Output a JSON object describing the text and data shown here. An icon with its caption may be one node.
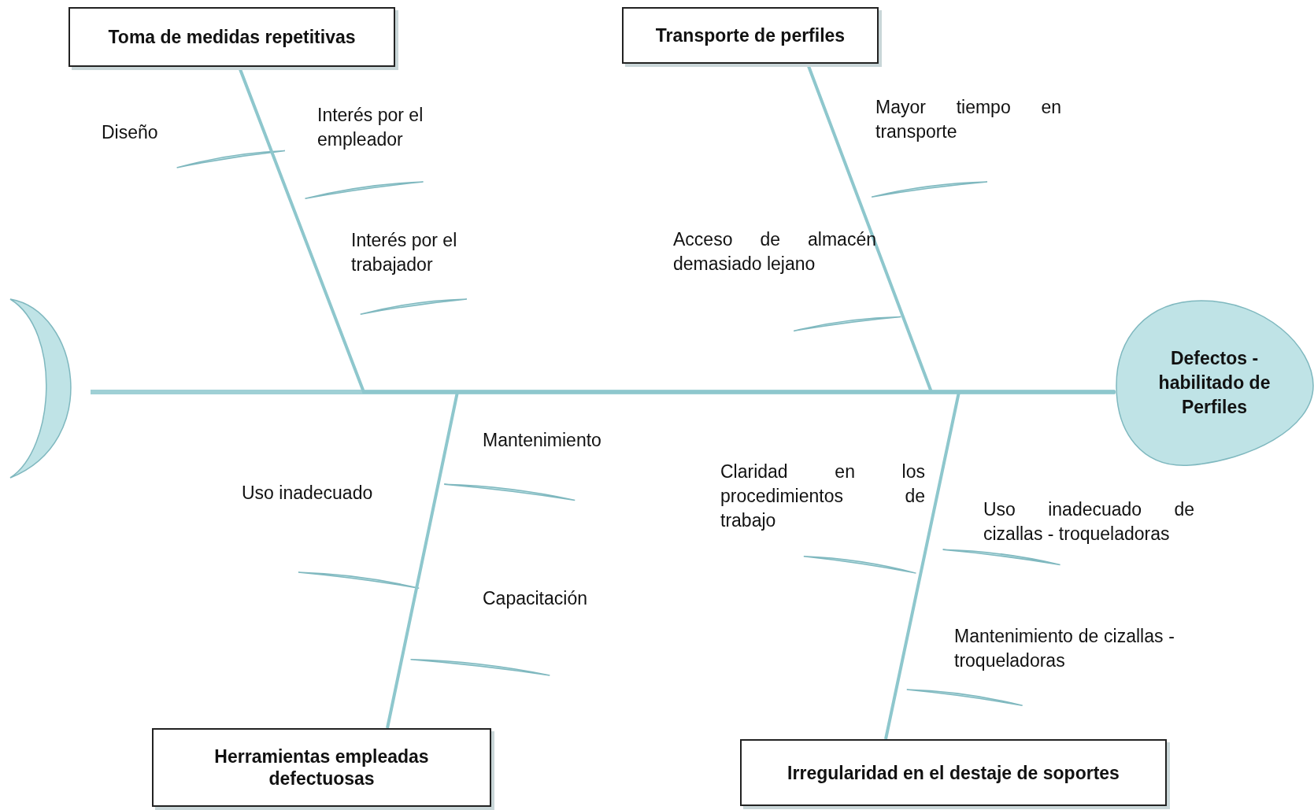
{
  "diagram": {
    "nodes": [
      {
        "text": [
          "Toma de medidas repetitivas"
        ]
      },
      {
        "text": [
          "Transporte de perfiles"
        ]
      },
      {
        "text": [
          "Herramientas empleadas defectuosas"
        ]
      },
      {
        "text": [
          "Irregularidad en el destaje de soportes"
        ]
      },
      {
        "text": [
          "Defectos - habilitado de Perfiles"
        ]
      }
    ],
    "edges": [
      {
        "from": 0,
        "to": 4,
        "arrow": "none"
      },
      {
        "from": 1,
        "to": 4,
        "arrow": "none"
      },
      {
        "from": 2,
        "to": 4,
        "arrow": "none"
      },
      {
        "from": 3,
        "to": 4,
        "arrow": "none"
      }
    ],
    "labels": [
      "Diseño",
      "Interés por el empleador",
      "Mayor tiempo en transporte",
      "Interés por el trabajador",
      "Acceso de almacén demasiado lejano",
      "Mantenimiento",
      "Uso inadecuado",
      "Claridad en los procedimientos de trabajo",
      "Uso inadecuado de cizallas - troqueladoras",
      "Capacitación",
      "Mantenimiento de cizallas - troqueladoras"
    ]
  }
}
